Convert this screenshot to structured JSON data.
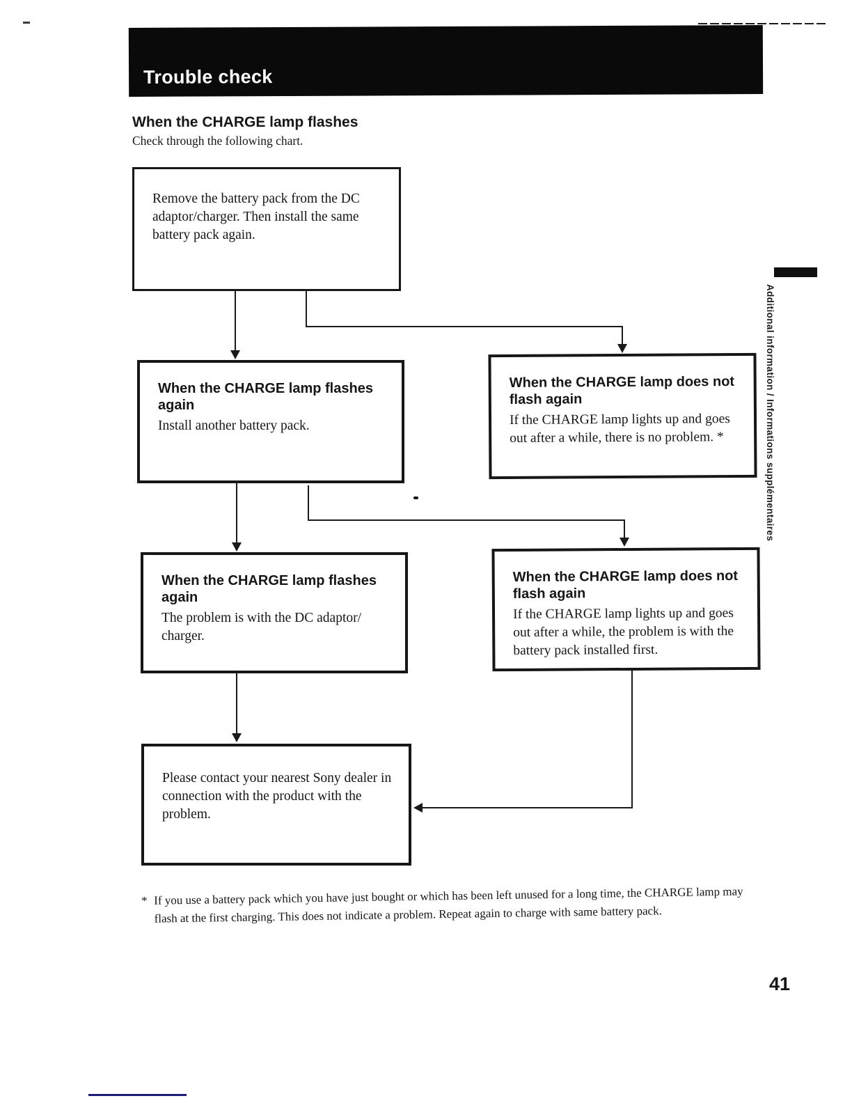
{
  "page": {
    "banner_title": "Trouble check",
    "section_heading": "When the CHARGE lamp flashes",
    "section_intro": "Check through the following chart.",
    "sidebar_text": "Additional information / Informations supplémentaires",
    "page_number": "41"
  },
  "flowchart": {
    "boxes": [
      {
        "id": "start",
        "body": "Remove the battery pack from the DC adaptor/charger.  Then install the same battery pack again."
      },
      {
        "id": "flashes-again-1",
        "title": "When the CHARGE lamp flashes again",
        "body": "Install another battery pack."
      },
      {
        "id": "does-not-flash-1",
        "title": "When the CHARGE lamp does not flash again",
        "body": "If the CHARGE lamp lights up and goes out after a while, there is no problem. *"
      },
      {
        "id": "flashes-again-2",
        "title": "When the CHARGE lamp flashes again",
        "body": "The problem is with the DC adaptor/ charger."
      },
      {
        "id": "does-not-flash-2",
        "title": "When the CHARGE lamp does not flash again",
        "body": "If the CHARGE lamp lights up and goes out after a while, the problem is with the battery pack installed first."
      },
      {
        "id": "contact-dealer",
        "body": "Please contact your nearest Sony dealer in connection with the product with the problem."
      }
    ]
  },
  "footnote": {
    "marker": "*",
    "text": "If you use a battery pack which you have just bought or which has been left unused for a long time, the CHARGE lamp may flash at the first charging.  This does not indicate a problem.  Repeat again to charge with same battery pack."
  }
}
